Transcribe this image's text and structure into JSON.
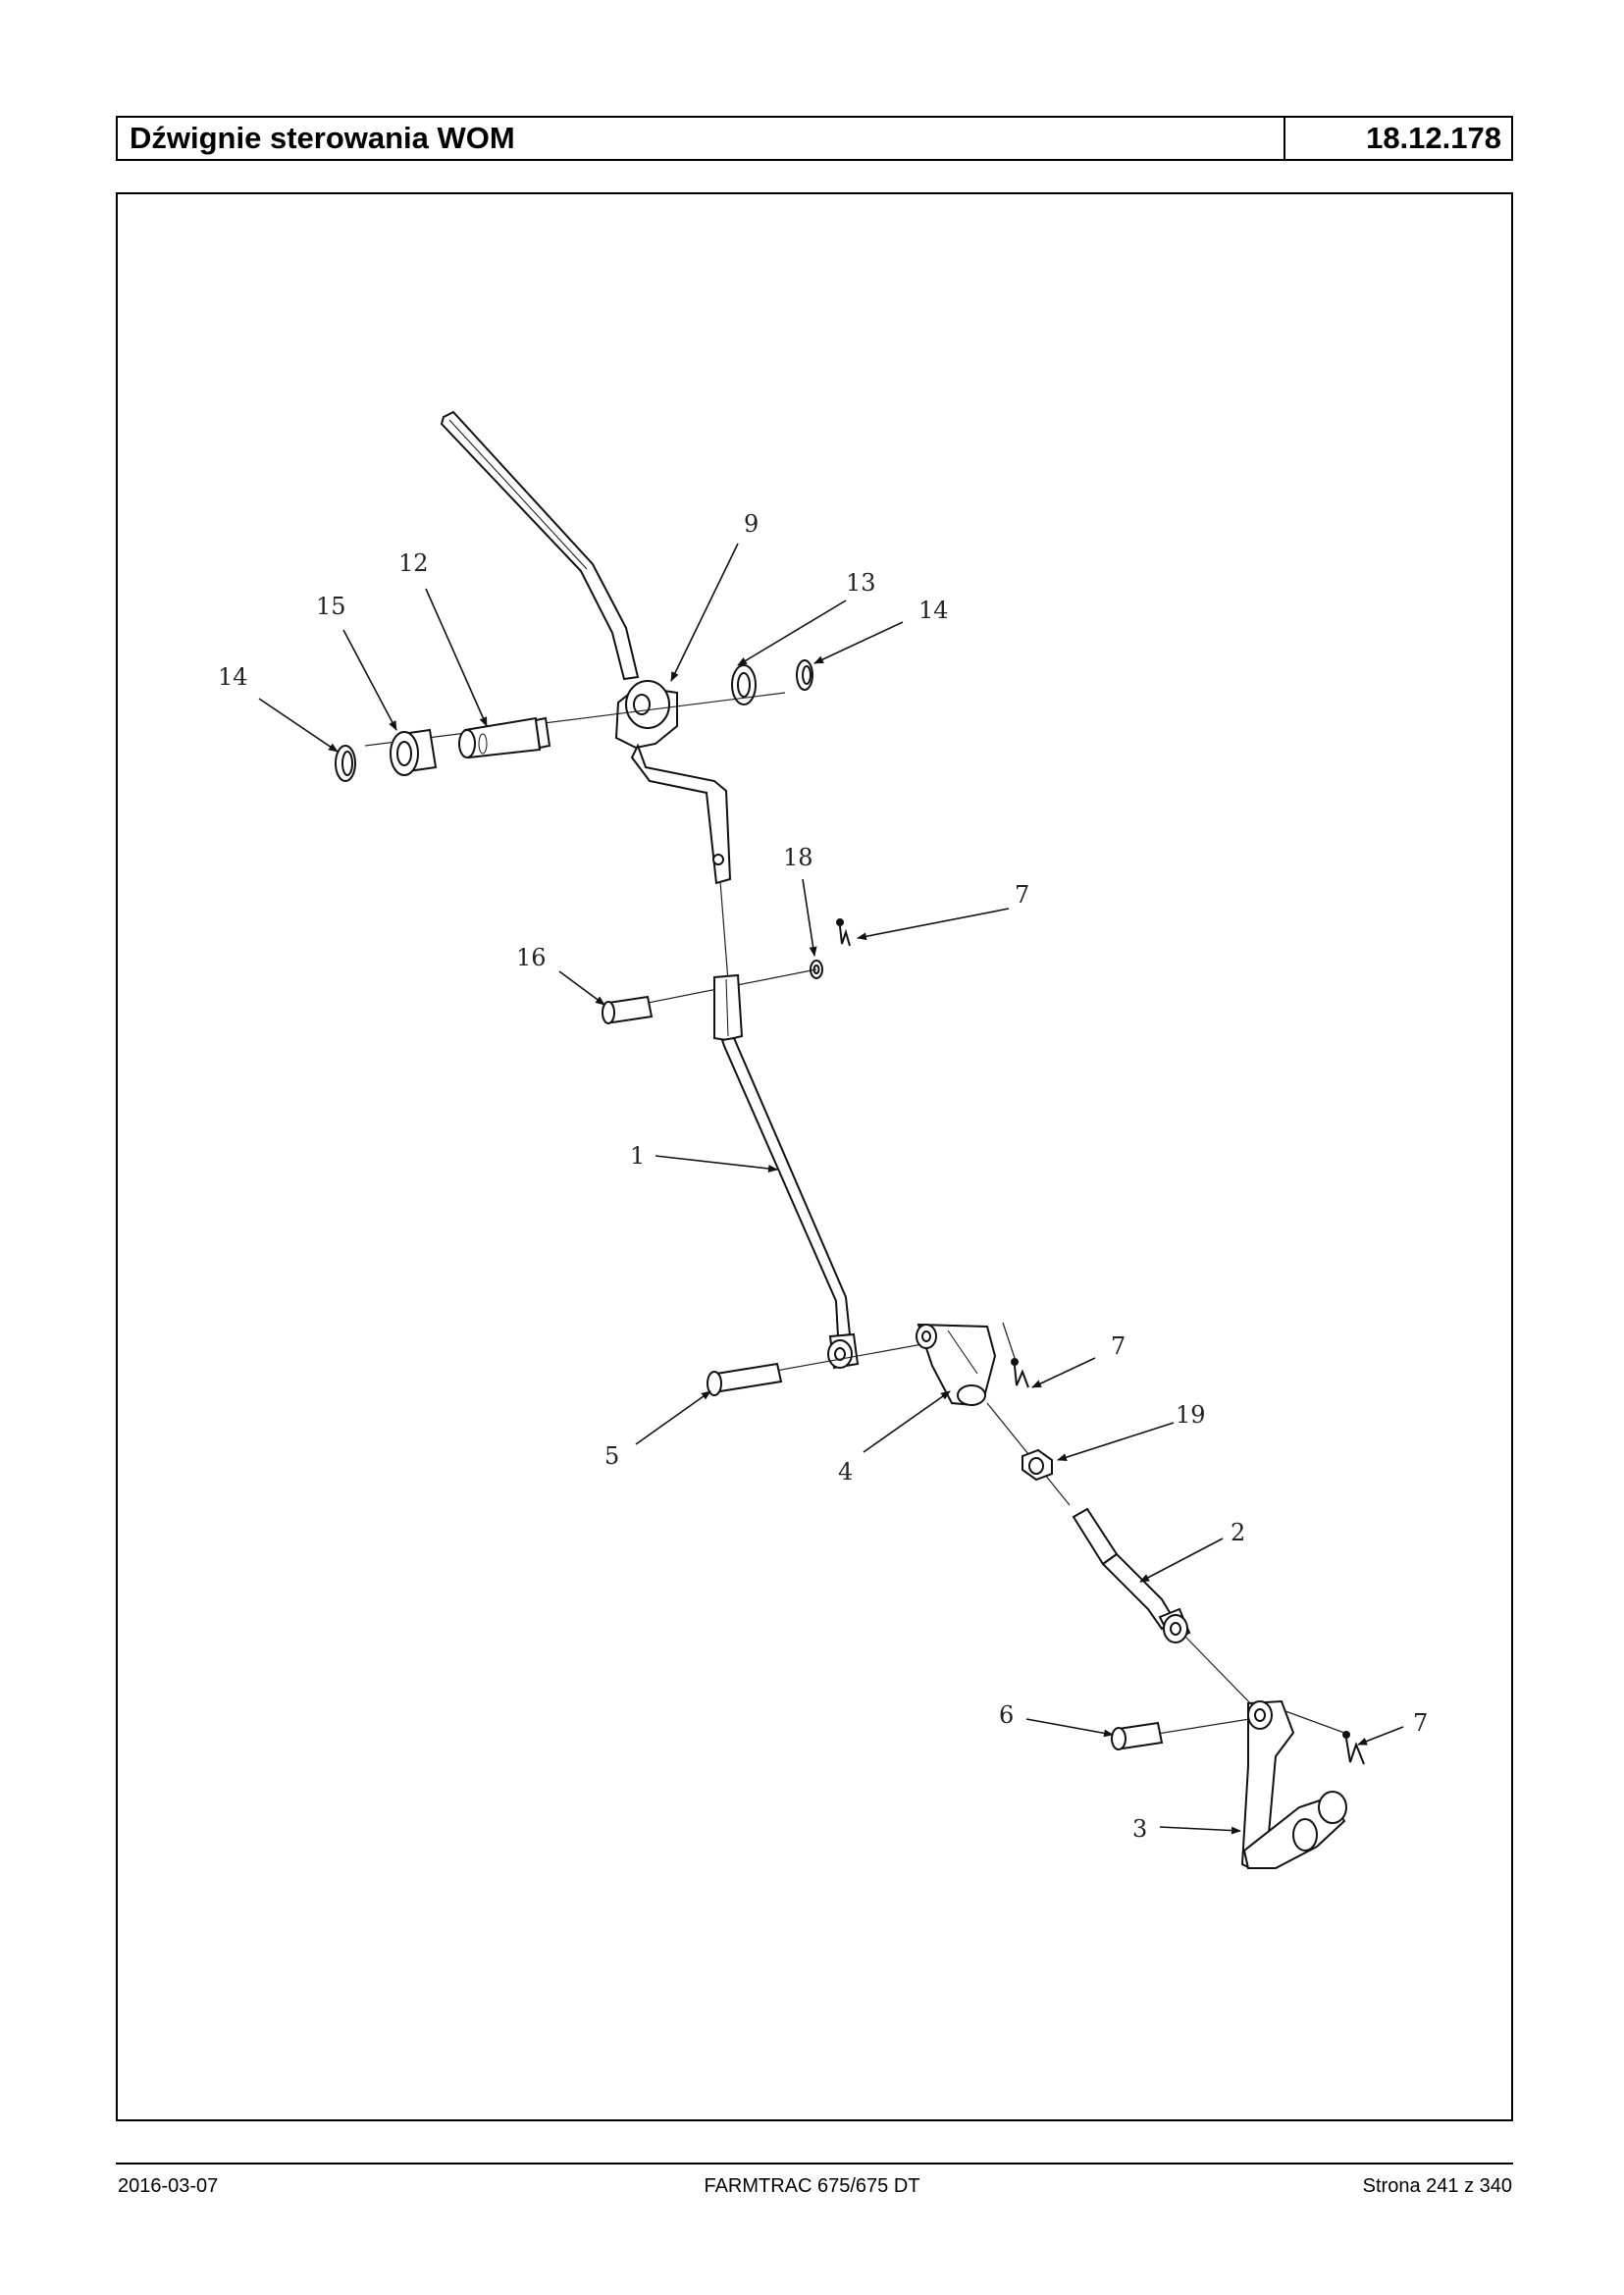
{
  "header": {
    "title": "Dźwignie sterowania WOM",
    "code": "18.12.178"
  },
  "diagram": {
    "callouts": [
      {
        "id": "c9",
        "text": "9"
      },
      {
        "id": "c12",
        "text": "12"
      },
      {
        "id": "c13",
        "text": "13"
      },
      {
        "id": "c14a",
        "text": "14"
      },
      {
        "id": "c15",
        "text": "15"
      },
      {
        "id": "c14b",
        "text": "14"
      },
      {
        "id": "c18",
        "text": "18"
      },
      {
        "id": "c7a",
        "text": "7"
      },
      {
        "id": "c16",
        "text": "16"
      },
      {
        "id": "c1",
        "text": "1"
      },
      {
        "id": "c7b",
        "text": "7"
      },
      {
        "id": "c19",
        "text": "19"
      },
      {
        "id": "c5",
        "text": "5"
      },
      {
        "id": "c4",
        "text": "4"
      },
      {
        "id": "c2",
        "text": "2"
      },
      {
        "id": "c6",
        "text": "6"
      },
      {
        "id": "c7c",
        "text": "7"
      },
      {
        "id": "c3",
        "text": "3"
      }
    ]
  },
  "footer": {
    "date": "2016-03-07",
    "model": "FARMTRAC 675/675 DT",
    "page": "Strona 241 z 340"
  }
}
